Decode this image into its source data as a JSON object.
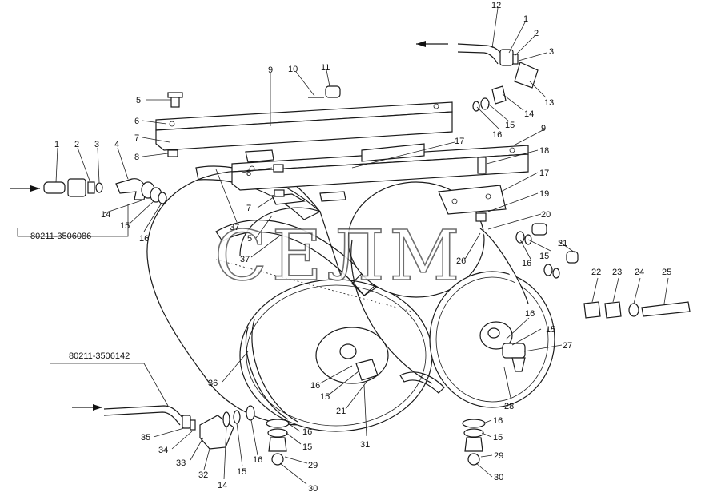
{
  "watermark": "СЕЛМ",
  "codes": {
    "left_inlet": "80211-3506086",
    "bottom_inlet": "80211-3506142"
  },
  "labels": [
    {
      "id": "n12",
      "text": "12"
    },
    {
      "id": "n1a",
      "text": "1"
    },
    {
      "id": "n2a",
      "text": "2"
    },
    {
      "id": "n3a",
      "text": "3"
    },
    {
      "id": "n13",
      "text": "13"
    },
    {
      "id": "n14a",
      "text": "14"
    },
    {
      "id": "n15a",
      "text": "15"
    },
    {
      "id": "n16a",
      "text": "16"
    },
    {
      "id": "n9a",
      "text": "9"
    },
    {
      "id": "n10",
      "text": "10"
    },
    {
      "id": "n11",
      "text": "11"
    },
    {
      "id": "n5a",
      "text": "5"
    },
    {
      "id": "n6",
      "text": "6"
    },
    {
      "id": "n7a",
      "text": "7"
    },
    {
      "id": "n8a",
      "text": "8"
    },
    {
      "id": "n1b",
      "text": "1"
    },
    {
      "id": "n2b",
      "text": "2"
    },
    {
      "id": "n3b",
      "text": "3"
    },
    {
      "id": "n4",
      "text": "4"
    },
    {
      "id": "n14b",
      "text": "14"
    },
    {
      "id": "n15b",
      "text": "15"
    },
    {
      "id": "n16b",
      "text": "16"
    },
    {
      "id": "n17a",
      "text": "17"
    },
    {
      "id": "n9b",
      "text": "9"
    },
    {
      "id": "n18",
      "text": "18"
    },
    {
      "id": "n17b",
      "text": "17"
    },
    {
      "id": "n8b",
      "text": "8"
    },
    {
      "id": "n7b",
      "text": "7"
    },
    {
      "id": "n19",
      "text": "19"
    },
    {
      "id": "n37a",
      "text": "37"
    },
    {
      "id": "n5b",
      "text": "5"
    },
    {
      "id": "n37b",
      "text": "37"
    },
    {
      "id": "n20",
      "text": "20"
    },
    {
      "id": "n26",
      "text": "26"
    },
    {
      "id": "n21a",
      "text": "21"
    },
    {
      "id": "n15c",
      "text": "15"
    },
    {
      "id": "n16c",
      "text": "16"
    },
    {
      "id": "n22",
      "text": "22"
    },
    {
      "id": "n23",
      "text": "23"
    },
    {
      "id": "n24",
      "text": "24"
    },
    {
      "id": "n25",
      "text": "25"
    },
    {
      "id": "n16d",
      "text": "16"
    },
    {
      "id": "n15d",
      "text": "15"
    },
    {
      "id": "n27",
      "text": "27"
    },
    {
      "id": "n28",
      "text": "28"
    },
    {
      "id": "n36",
      "text": "36"
    },
    {
      "id": "n16e",
      "text": "16"
    },
    {
      "id": "n15e",
      "text": "15"
    },
    {
      "id": "n21b",
      "text": "21"
    },
    {
      "id": "n31",
      "text": "31"
    },
    {
      "id": "n35",
      "text": "35"
    },
    {
      "id": "n34",
      "text": "34"
    },
    {
      "id": "n33",
      "text": "33"
    },
    {
      "id": "n32",
      "text": "32"
    },
    {
      "id": "n14c",
      "text": "14"
    },
    {
      "id": "n15f",
      "text": "15"
    },
    {
      "id": "n16f",
      "text": "16"
    },
    {
      "id": "n16g",
      "text": "16"
    },
    {
      "id": "n15g",
      "text": "15"
    },
    {
      "id": "n29a",
      "text": "29"
    },
    {
      "id": "n30a",
      "text": "30"
    },
    {
      "id": "n16h",
      "text": "16"
    },
    {
      "id": "n15h",
      "text": "15"
    },
    {
      "id": "n29b",
      "text": "29"
    },
    {
      "id": "n30b",
      "text": "30"
    }
  ]
}
